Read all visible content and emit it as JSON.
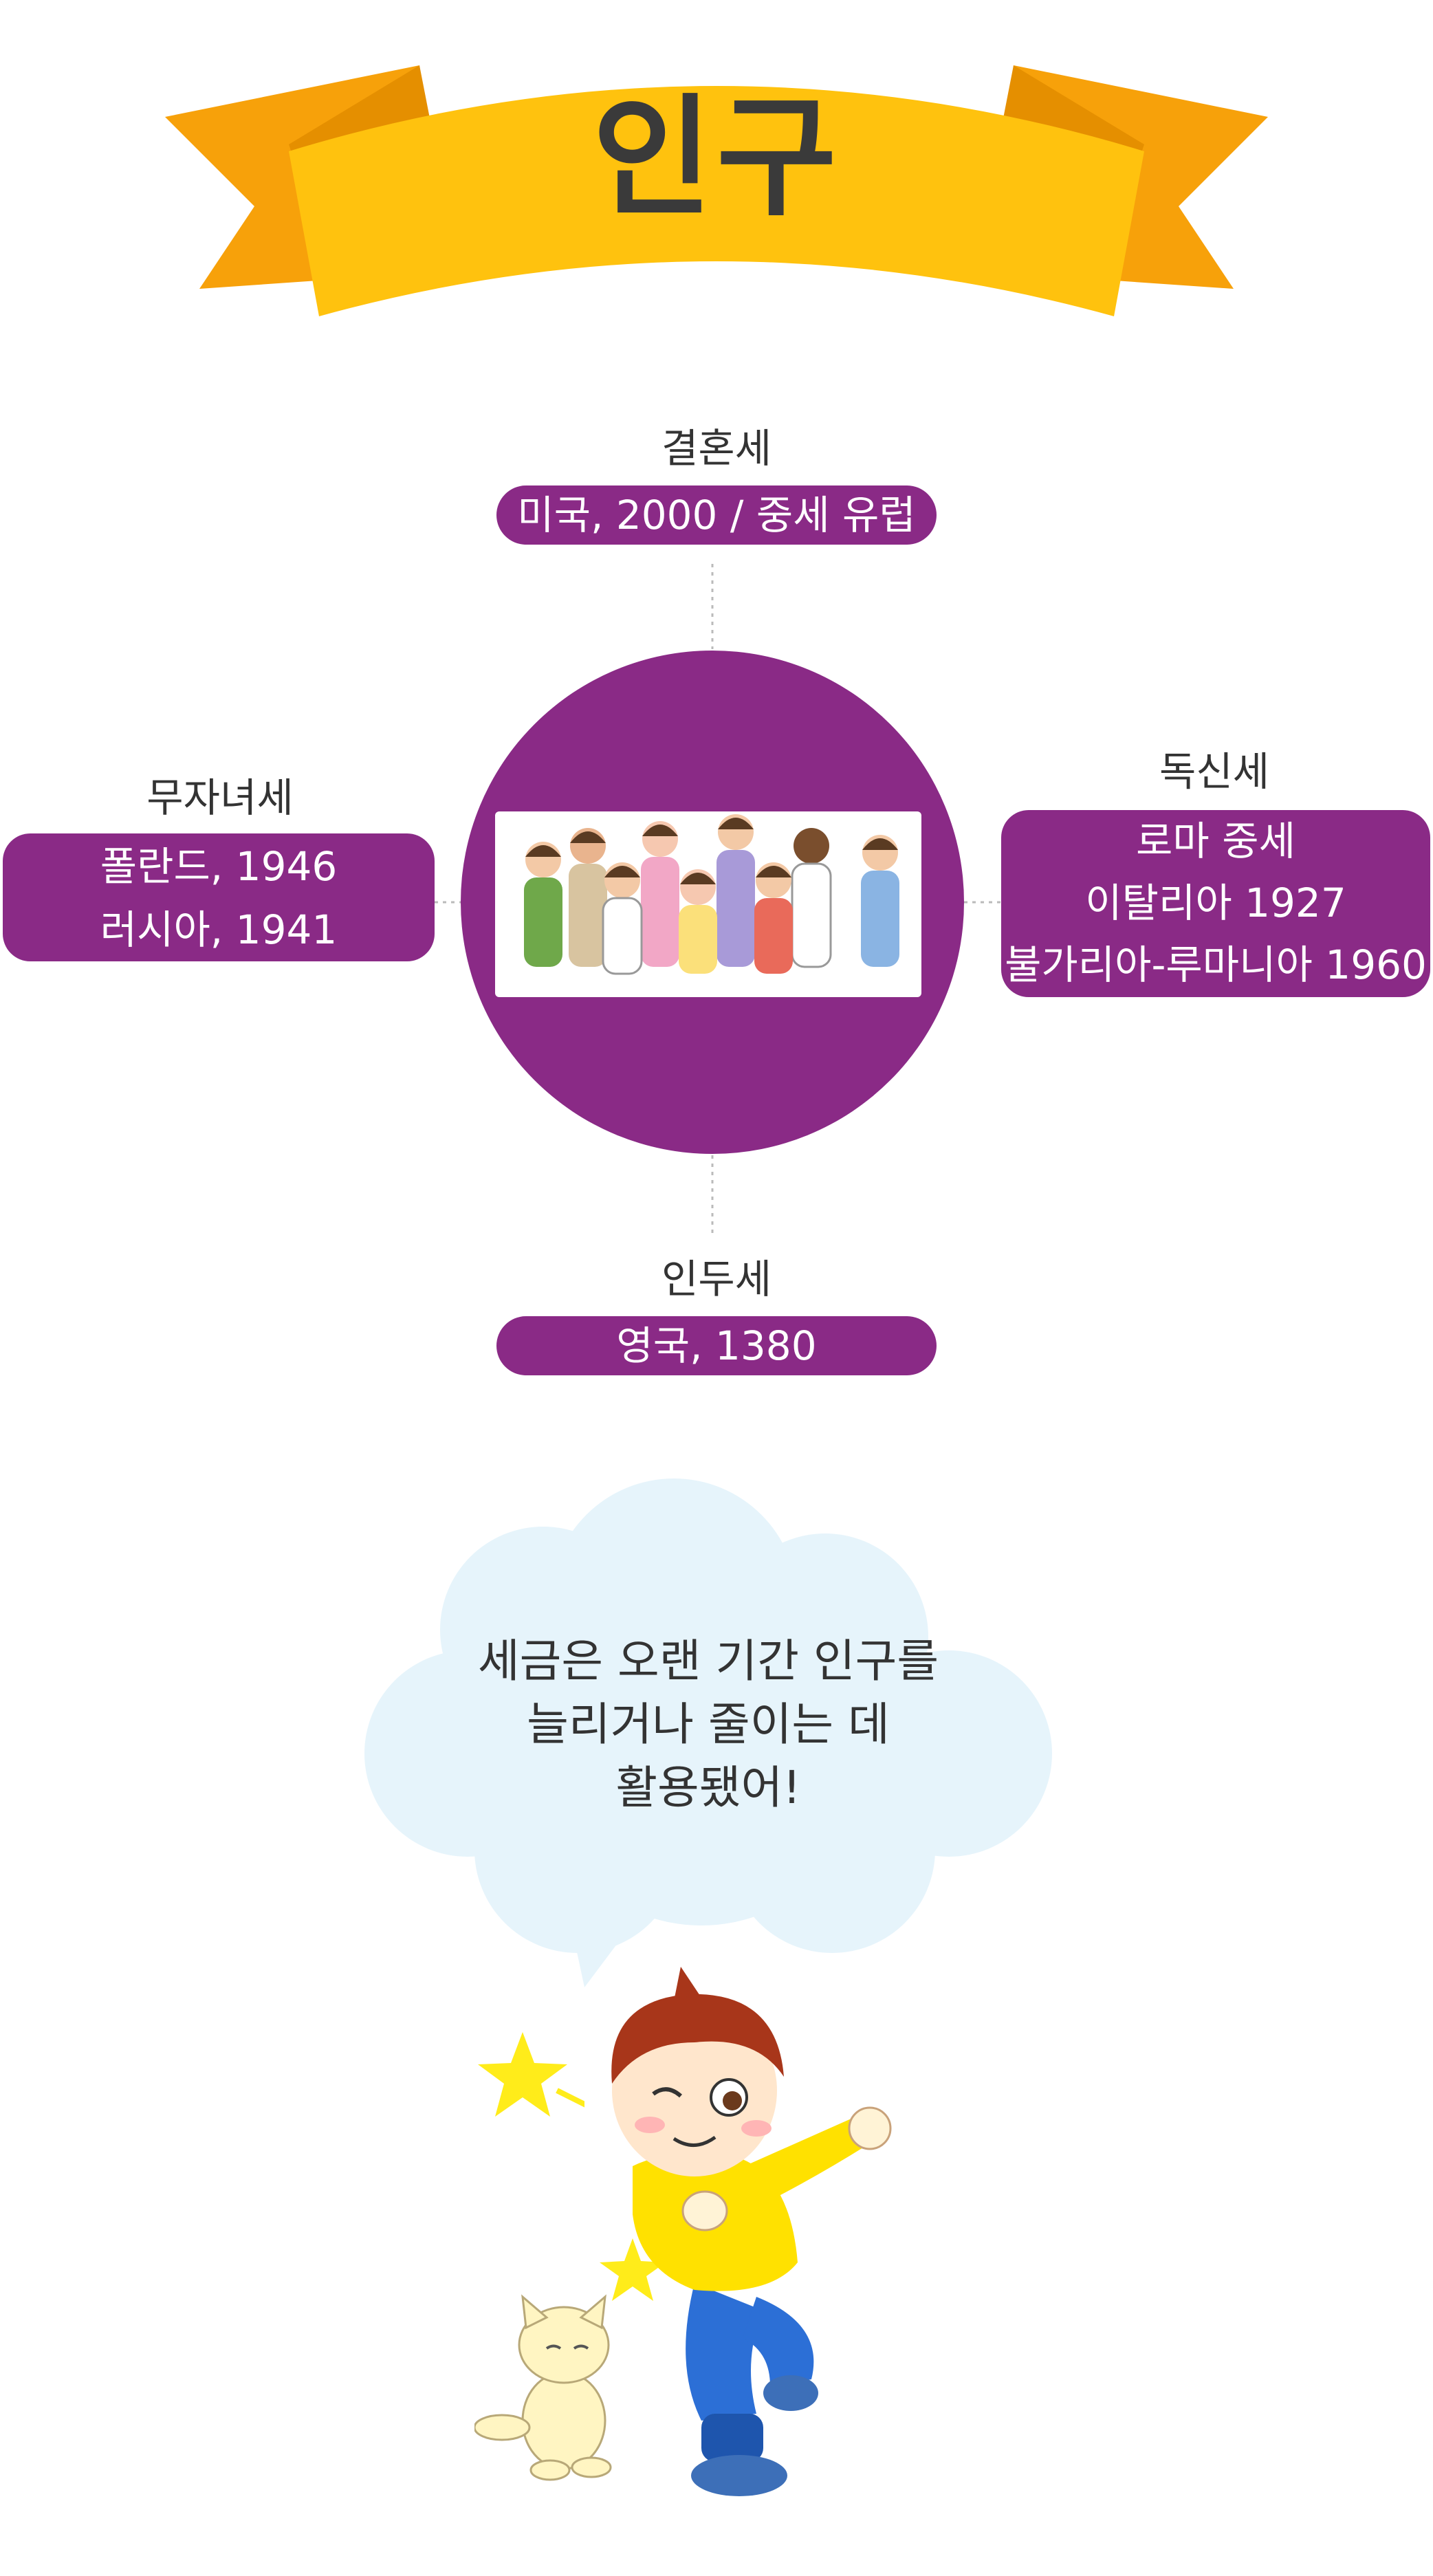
{
  "title": "인구",
  "center": {
    "illustration": "group-of-people-cheering"
  },
  "categories": {
    "top": {
      "heading": "결혼세",
      "lines": [
        "미국, 2000 / 중세 유럽"
      ]
    },
    "left": {
      "heading": "무자녀세",
      "lines": [
        "폴란드, 1946",
        "러시아, 1941"
      ]
    },
    "right": {
      "heading": "독신세",
      "lines": [
        "로마 중세",
        "이탈리아 1927",
        "불가리아-루마니아 1960"
      ]
    },
    "bottom": {
      "heading": "인두세",
      "lines": [
        "영국, 1380"
      ]
    }
  },
  "speech_bubble": {
    "lines": [
      "세금은 오랜 기간 인구를",
      "늘리거나 줄이는 데",
      "활용됐어!"
    ]
  },
  "colors": {
    "accent_purple": "#8a2a86",
    "ribbon_yellow": "#ffc20e",
    "ribbon_orange": "#f7a10a",
    "cloud_blue": "#e6f4fb"
  },
  "icons": [
    "ribbon-banner",
    "star-icon",
    "cartoon-boy",
    "cartoon-dog"
  ]
}
